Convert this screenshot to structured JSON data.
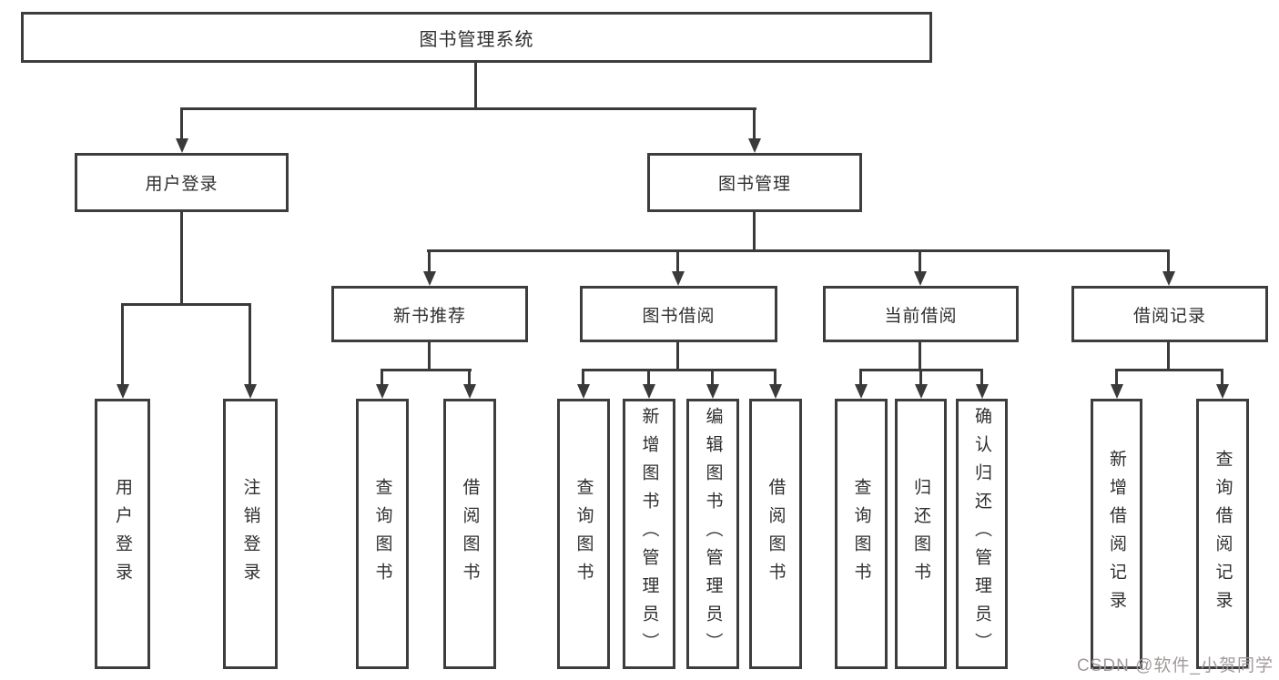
{
  "tree": {
    "label": "图书管理系统",
    "children": [
      {
        "label": "用户登录",
        "children": [
          {
            "label": "用户登录"
          },
          {
            "label": "注销登录"
          }
        ]
      },
      {
        "label": "图书管理",
        "children": [
          {
            "label": "新书推荐",
            "children": [
              {
                "label": "查询图书"
              },
              {
                "label": "借阅图书"
              }
            ]
          },
          {
            "label": "图书借阅",
            "children": [
              {
                "label": "查询图书"
              },
              {
                "label": "新增图书（管理员）"
              },
              {
                "label": "编辑图书（管理员）"
              },
              {
                "label": "借阅图书"
              }
            ]
          },
          {
            "label": "当前借阅",
            "children": [
              {
                "label": "查询图书"
              },
              {
                "label": "归还图书"
              },
              {
                "label": "确认归还（管理员）"
              }
            ]
          },
          {
            "label": "借阅记录",
            "children": [
              {
                "label": "新增借阅记录"
              },
              {
                "label": "查询借阅记录"
              }
            ]
          }
        ]
      }
    ]
  },
  "watermark": {
    "text": "CSDN @软件_小贺同学"
  },
  "colors": {
    "line": "#3a3a3a",
    "node_border": "#3d3d3d",
    "node_fill": "#ffffff",
    "text": "#2f2f2f",
    "watermark": "#a29a9a",
    "background": "#ffffff"
  }
}
